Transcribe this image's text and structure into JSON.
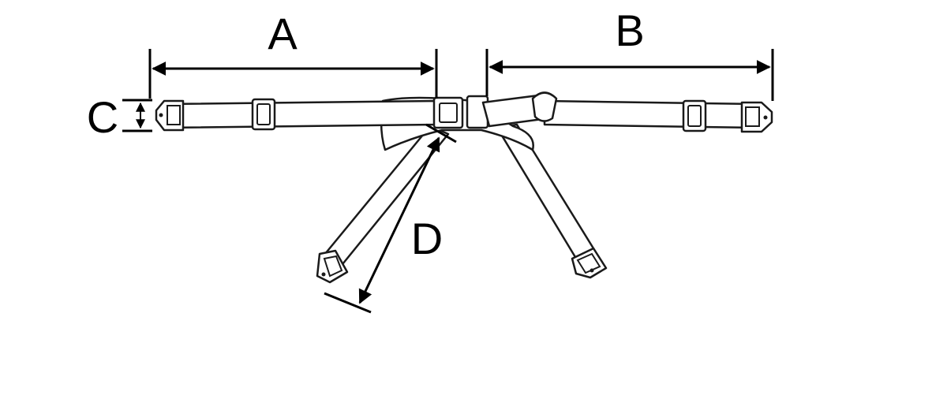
{
  "dimension_labels": {
    "a": "A",
    "b": "B",
    "c": "C",
    "d": "D"
  },
  "colors": {
    "line": "#1a1a1a",
    "background": "#ffffff"
  }
}
